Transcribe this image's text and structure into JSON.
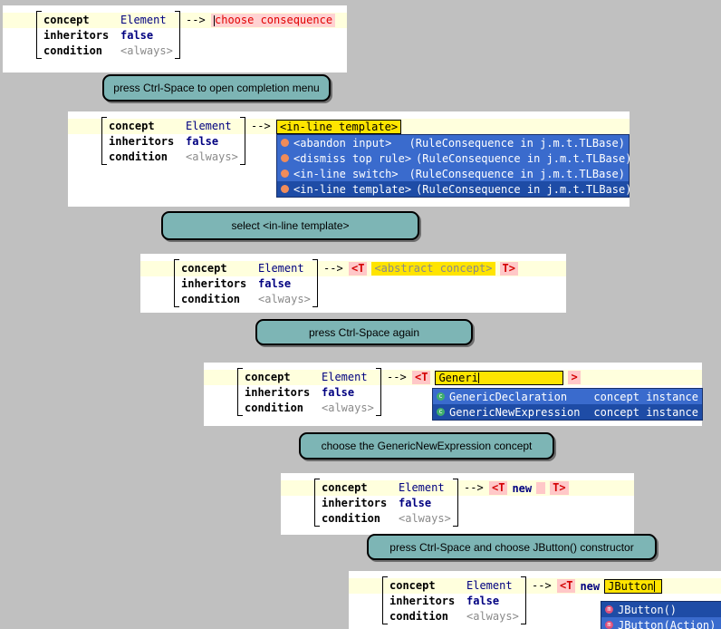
{
  "colors": {
    "background": "#c0c0c0",
    "panel": "#ffffff",
    "current_line": "#ffffdd",
    "callout": "#7db5b5",
    "menu_blue": "#3a6bcd",
    "menu_selected": "#1e4ca6",
    "edit_cell_yellow": "#ffe400",
    "template_cell_pink": "#ffc8c8",
    "error_text_red": "#e00000",
    "keyword_blue": "#000080"
  },
  "editor": {
    "concept_label": "concept",
    "concept_value": "Element",
    "inheritors_label": "inheritors",
    "inheritors_value": "false",
    "condition_label": "condition",
    "condition_value": "<always>",
    "arrow": "-->"
  },
  "callouts": [
    "press Ctrl-Space to open completion menu",
    "select <in-line template>",
    "press Ctrl-Space again",
    "choose the GenericNewExpression concept",
    "press Ctrl-Space and choose JButton() constructor"
  ],
  "panels": {
    "p1": {
      "consequence_placeholder": "choose consequence"
    },
    "p2": {
      "cell": "<in-line template>",
      "menu": [
        {
          "icon": "rule-consequence-icon",
          "label": "<abandon input>",
          "detail": "(RuleConsequence in j.m.t.TLBase)",
          "selected": false
        },
        {
          "icon": "rule-consequence-icon",
          "label": "<dismiss top rule>",
          "detail": "(RuleConsequence in j.m.t.TLBase)",
          "selected": false
        },
        {
          "icon": "rule-consequence-icon",
          "label": "<in-line switch>",
          "detail": "(RuleConsequence in j.m.t.TLBase)",
          "selected": false
        },
        {
          "icon": "rule-consequence-icon",
          "label": "<in-line template>",
          "detail": "(RuleConsequence in j.m.t.TLBase)",
          "selected": true
        }
      ]
    },
    "p3": {
      "open": "<T",
      "cell": "<abstract concept>",
      "close": "T>"
    },
    "p4": {
      "open": "<T",
      "input_value": "Generi",
      "close": ">",
      "menu": [
        {
          "icon": "concept-icon",
          "label": "GenericDeclaration",
          "detail": "concept instance",
          "selected": false
        },
        {
          "icon": "concept-icon",
          "label": "GenericNewExpression",
          "detail": "concept instance",
          "selected": true
        }
      ]
    },
    "p5": {
      "open": "<T",
      "keyword": "new",
      "close": "T>"
    },
    "p6": {
      "open": "<T",
      "keyword": "new",
      "input_value": "JButton",
      "menu": [
        {
          "icon": "constructor-icon",
          "label": "JButton()",
          "selected": true
        },
        {
          "icon": "constructor-icon",
          "label": "JButton(Action)",
          "selected": false
        }
      ]
    }
  }
}
